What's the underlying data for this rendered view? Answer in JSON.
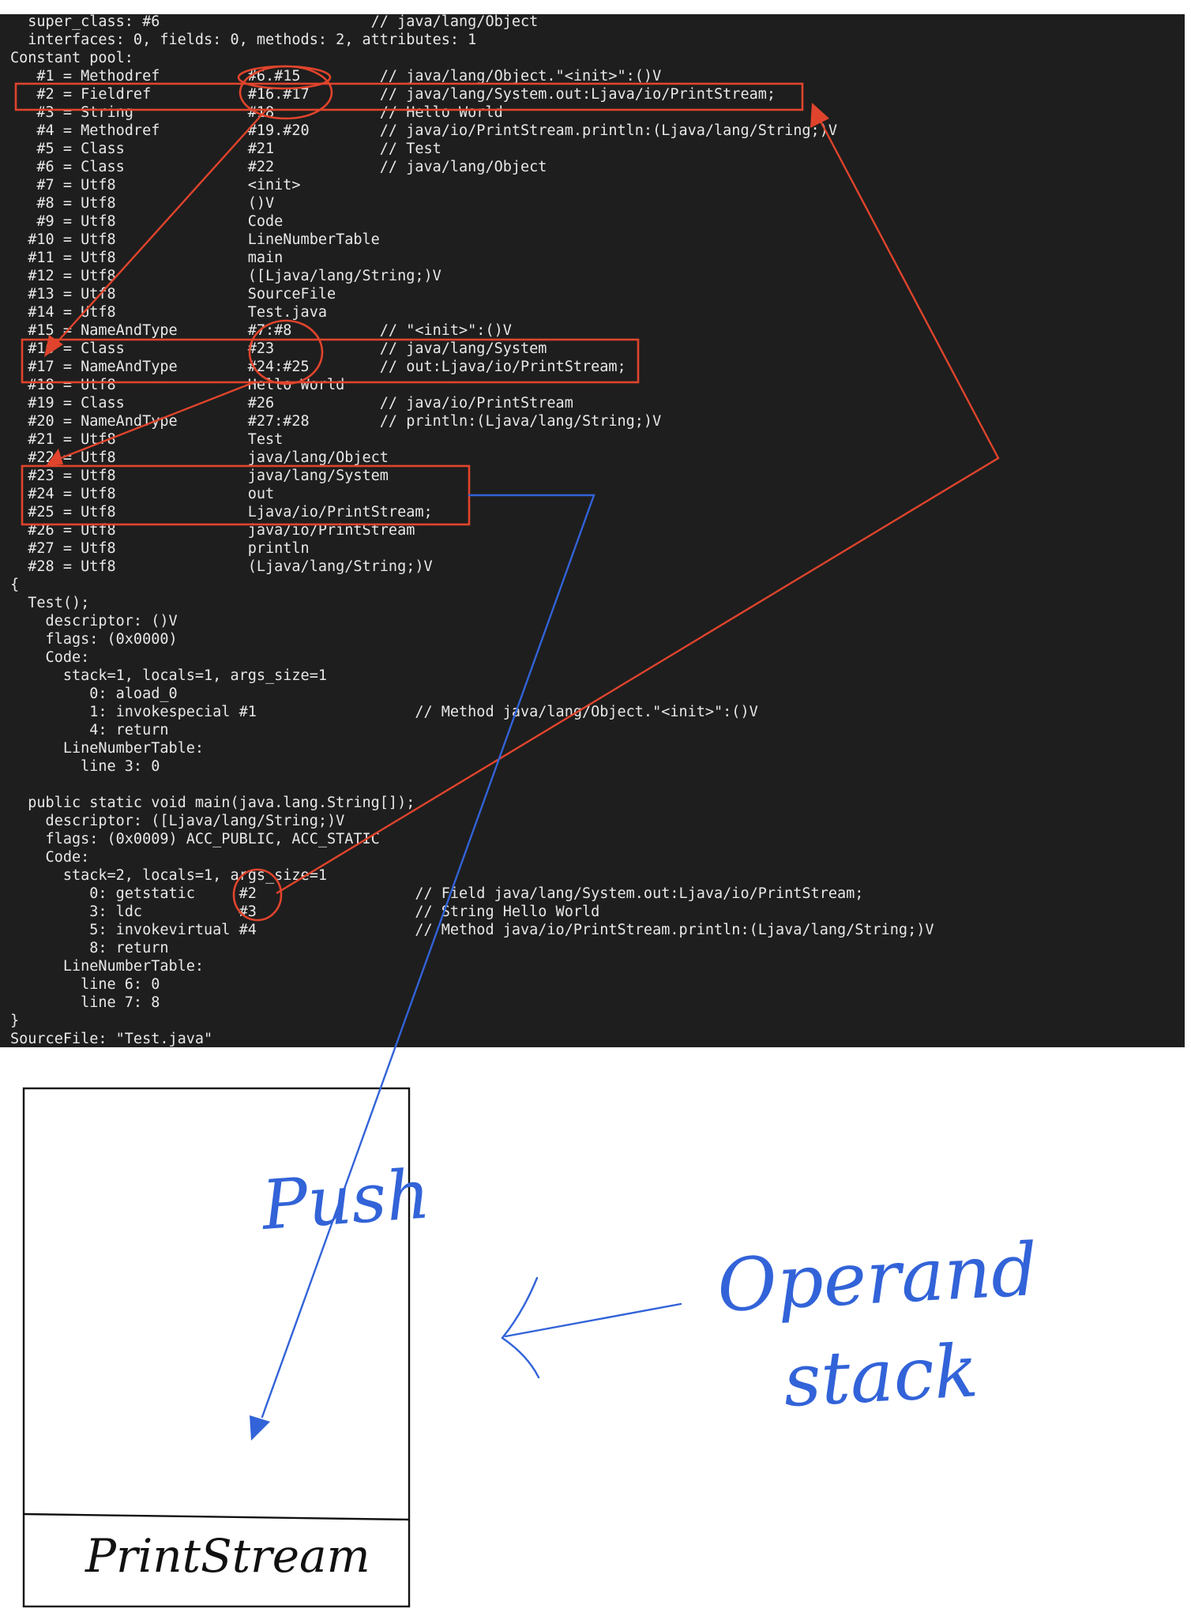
{
  "terminal": {
    "lines": [
      "  super_class: #6                        // java/lang/Object",
      "  interfaces: 0, fields: 0, methods: 2, attributes: 1",
      "Constant pool:",
      "   #1 = Methodref          #6.#15         // java/lang/Object.\"<init>\":()V",
      "   #2 = Fieldref           #16.#17        // java/lang/System.out:Ljava/io/PrintStream;",
      "   #3 = String             #18            // Hello World",
      "   #4 = Methodref          #19.#20        // java/io/PrintStream.println:(Ljava/lang/String;)V",
      "   #5 = Class              #21            // Test",
      "   #6 = Class              #22            // java/lang/Object",
      "   #7 = Utf8               <init>",
      "   #8 = Utf8               ()V",
      "   #9 = Utf8               Code",
      "  #10 = Utf8               LineNumberTable",
      "  #11 = Utf8               main",
      "  #12 = Utf8               ([Ljava/lang/String;)V",
      "  #13 = Utf8               SourceFile",
      "  #14 = Utf8               Test.java",
      "  #15 = NameAndType        #7:#8          // \"<init>\":()V",
      "  #16 = Class              #23            // java/lang/System",
      "  #17 = NameAndType        #24:#25        // out:Ljava/io/PrintStream;",
      "  #18 = Utf8               Hello World",
      "  #19 = Class              #26            // java/io/PrintStream",
      "  #20 = NameAndType        #27:#28        // println:(Ljava/lang/String;)V",
      "  #21 = Utf8               Test",
      "  #22 = Utf8               java/lang/Object",
      "  #23 = Utf8               java/lang/System",
      "  #24 = Utf8               out",
      "  #25 = Utf8               Ljava/io/PrintStream;",
      "  #26 = Utf8               java/io/PrintStream",
      "  #27 = Utf8               println",
      "  #28 = Utf8               (Ljava/lang/String;)V",
      "{",
      "  Test();",
      "    descriptor: ()V",
      "    flags: (0x0000)",
      "    Code:",
      "      stack=1, locals=1, args_size=1",
      "         0: aload_0",
      "         1: invokespecial #1                  // Method java/lang/Object.\"<init>\":()V",
      "         4: return",
      "      LineNumberTable:",
      "        line 3: 0",
      "",
      "  public static void main(java.lang.String[]);",
      "    descriptor: ([Ljava/lang/String;)V",
      "    flags: (0x0009) ACC_PUBLIC, ACC_STATIC",
      "    Code:",
      "      stack=2, locals=1, args_size=1",
      "         0: getstatic     #2                  // Field java/lang/System.out:Ljava/io/PrintStream;",
      "         3: ldc           #3                  // String Hello World",
      "         5: invokevirtual #4                  // Method java/io/PrintStream.println:(Ljava/lang/String;)V",
      "         8: return",
      "      LineNumberTable:",
      "        line 6: 0",
      "        line 7: 8",
      "}",
      "SourceFile: \"Test.java\""
    ]
  },
  "annotations": {
    "push_label": "Push",
    "operand_label_line1": "Operand",
    "operand_label_line2": "stack",
    "stack_item": "PrintStream"
  },
  "colors": {
    "terminal_bg": "#1e1e1e",
    "terminal_text": "#e8e8e8",
    "highlight_red": "#e0442c",
    "pen_blue": "#3263d8"
  }
}
